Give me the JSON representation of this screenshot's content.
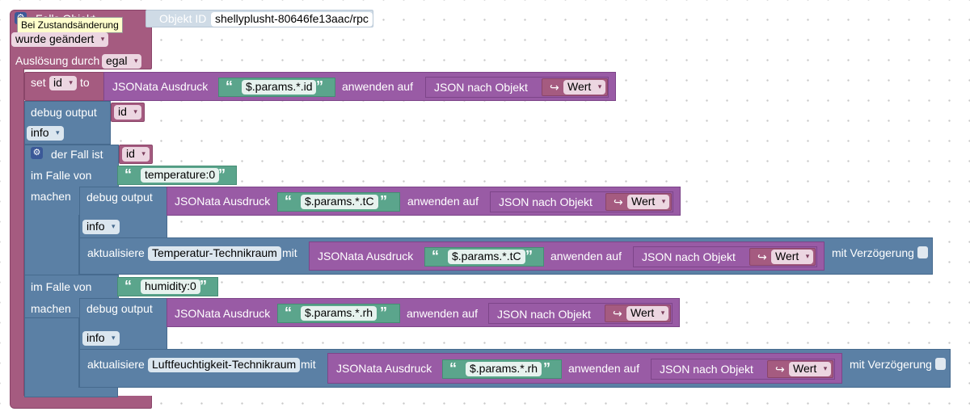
{
  "trigger": {
    "label_top": "Falls Objekt",
    "tooltip": "Bei Zustandsänderung",
    "obj_label": "Objekt ID",
    "obj_value": "shellyplusht-80646fe13aac/rpc",
    "changed": "wurde geändert",
    "by_label": "Auslösung durch",
    "by_value": "egal"
  },
  "set_block": {
    "set": "set",
    "var": "id",
    "to": "to"
  },
  "debug_id": {
    "label": "debug output",
    "var": "id",
    "level": "info"
  },
  "switch": {
    "label": "der Fall ist",
    "var": "id",
    "case_label": "im Falle von",
    "do_label": "machen",
    "case1": "temperature:0",
    "case2": "humidity:0"
  },
  "json": {
    "label": "JSONata Ausdruck",
    "apply": "anwenden auf",
    "to_obj": "JSON nach Objekt",
    "wert": "Wert",
    "expr_id": "$.params.*.id",
    "expr_tc": "$.params.*.tC",
    "expr_rh": "$.params.*.rh"
  },
  "debug": {
    "label": "debug output",
    "level": "info"
  },
  "update": {
    "label": "aktualisiere",
    "with": "mit",
    "delay": "mit Verzögerung",
    "temp_target": "Temperatur-Technikraum",
    "hum_target": "Luftfeuchtigkeit-Technikraum"
  },
  "icons": {
    "quote_open": "“",
    "quote_close": "”",
    "arrow": "▾",
    "return_arrow": "↪",
    "gear": "⚙"
  }
}
